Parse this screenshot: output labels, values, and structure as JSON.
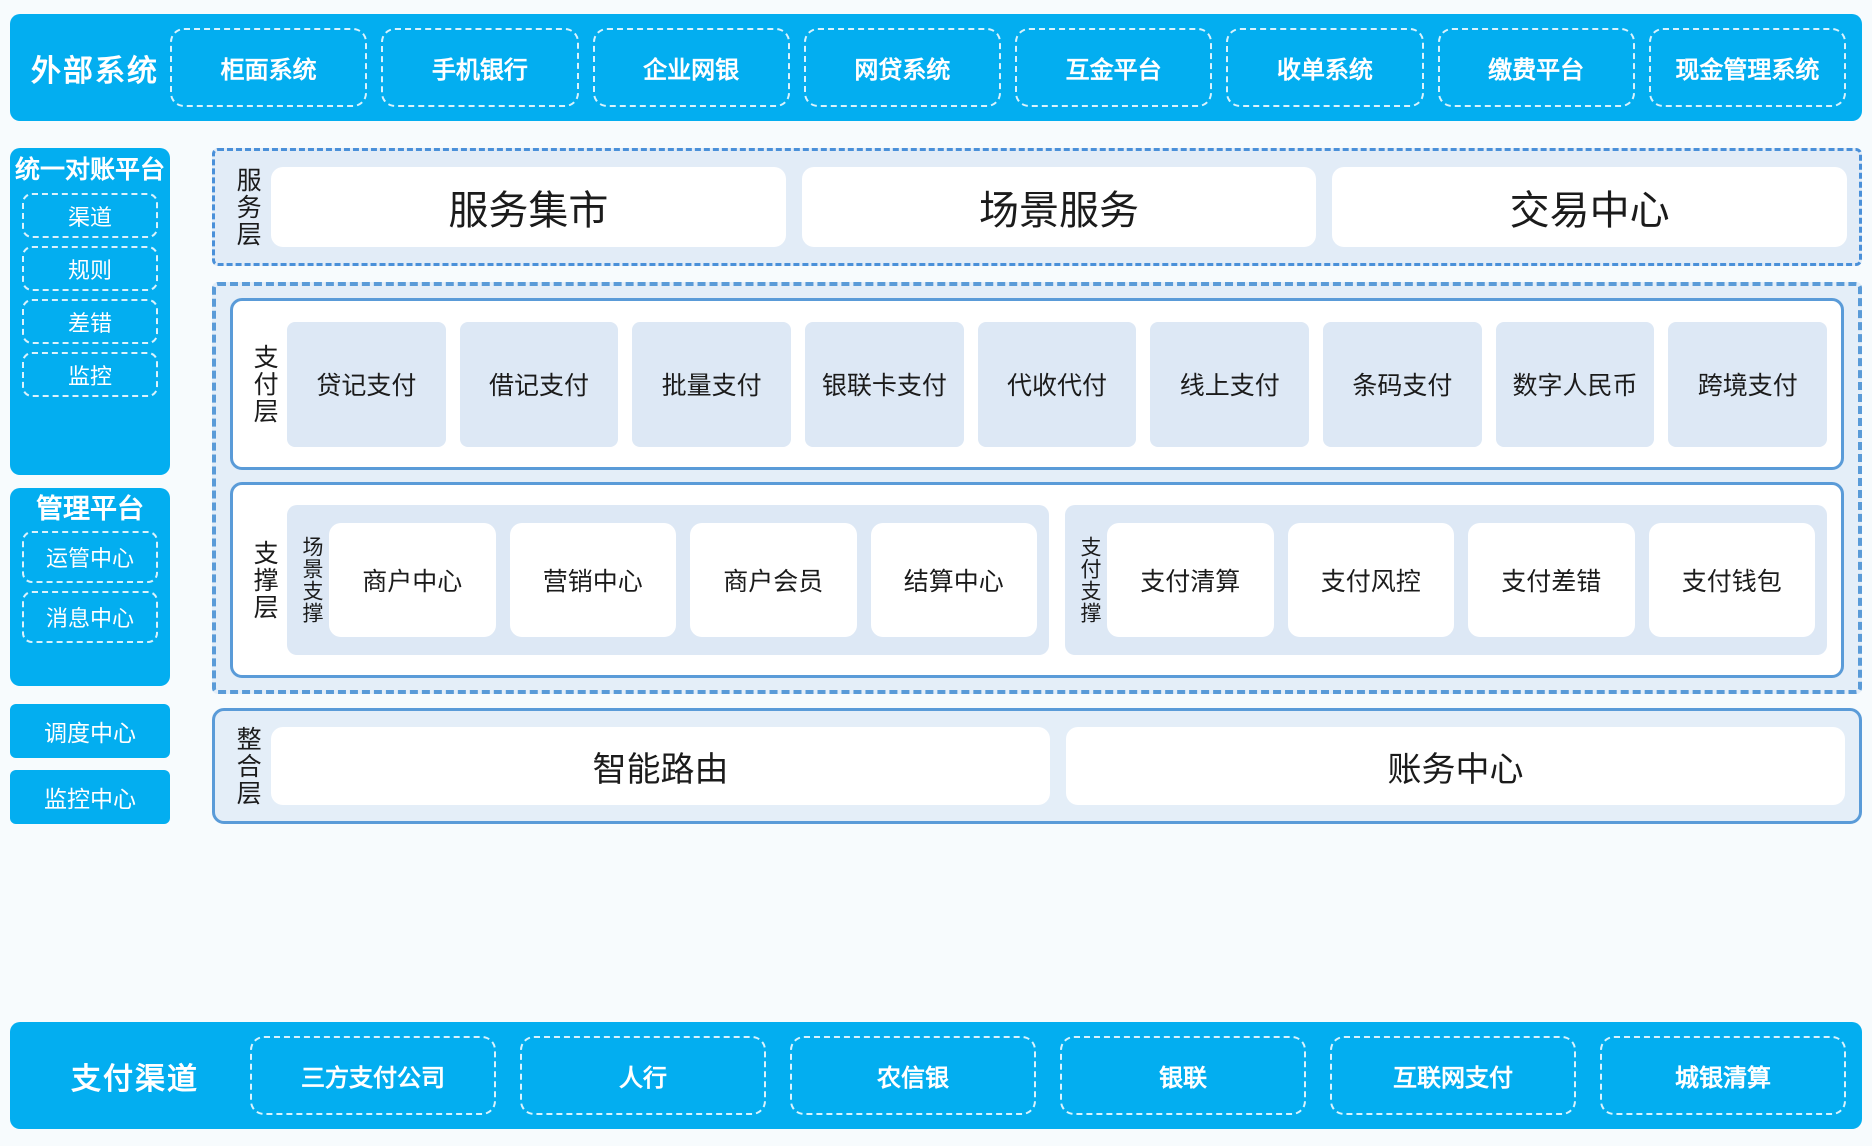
{
  "top_band": {
    "title": "外部系统",
    "items": [
      {
        "label": "柜面系统"
      },
      {
        "label": "手机银行"
      },
      {
        "label": "企业网银"
      },
      {
        "label": "网贷系统"
      },
      {
        "label": "互金平台"
      },
      {
        "label": "收单系统"
      },
      {
        "label": "缴费平台"
      },
      {
        "label": "现金管理系统"
      }
    ]
  },
  "bottom_band": {
    "title": "支付渠道",
    "items": [
      {
        "label": "三方支付公司"
      },
      {
        "label": "人行"
      },
      {
        "label": "农信银"
      },
      {
        "label": "银联"
      },
      {
        "label": "互联网支付"
      },
      {
        "label": "城银清算"
      }
    ]
  },
  "rail": {
    "reconcile": {
      "title": "统一对账平台",
      "items": [
        {
          "label": "渠道"
        },
        {
          "label": "规则"
        },
        {
          "label": "差错"
        },
        {
          "label": "监控"
        }
      ]
    },
    "manage": {
      "title": "管理平台",
      "items": [
        {
          "label": "运管中心"
        },
        {
          "label": "消息中心"
        }
      ]
    },
    "standalone": [
      {
        "label": "调度中心"
      },
      {
        "label": "监控中心"
      }
    ]
  },
  "service_layer": {
    "label": "服务层",
    "items": [
      {
        "label": "服务集市"
      },
      {
        "label": "场景服务"
      },
      {
        "label": "交易中心"
      }
    ]
  },
  "payment_layer": {
    "label": "支付层",
    "items": [
      {
        "label": "贷记支付"
      },
      {
        "label": "借记支付"
      },
      {
        "label": "批量支付"
      },
      {
        "label": "银联卡支付"
      },
      {
        "label": "代收代付"
      },
      {
        "label": "线上支付"
      },
      {
        "label": "条码支付"
      },
      {
        "label": "数字人民币"
      },
      {
        "label": "跨境支付"
      }
    ]
  },
  "support_layer": {
    "label": "支撑层",
    "groups": [
      {
        "label": "场景支撑",
        "items": [
          {
            "label": "商户中心"
          },
          {
            "label": "营销中心"
          },
          {
            "label": "商户会员"
          },
          {
            "label": "结算中心"
          }
        ]
      },
      {
        "label": "支付支撑",
        "items": [
          {
            "label": "支付清算"
          },
          {
            "label": "支付风控"
          },
          {
            "label": "支付差错"
          },
          {
            "label": "支付钱包"
          }
        ]
      }
    ]
  },
  "integration_layer": {
    "label": "整合层",
    "items": [
      {
        "label": "智能路由"
      },
      {
        "label": "账务中心"
      }
    ]
  },
  "colors": {
    "cyan": "#03AEF0",
    "blue_border": "#5a9bd8",
    "panel_bg": "#e4eef8",
    "cell_blue": "#dde8f5",
    "page_bg": "#f7fbfd"
  }
}
